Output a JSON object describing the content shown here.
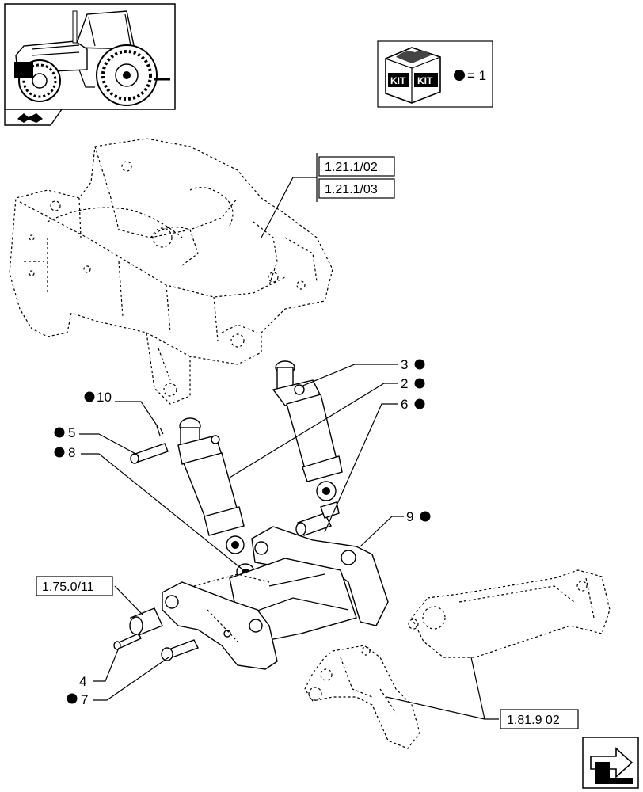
{
  "kit_legend": {
    "kit_text_1": "KIT",
    "kit_text_2": "KIT",
    "equals": "= 1"
  },
  "references": {
    "ref_1": "1.21.1/02",
    "ref_2": "1.21.1/03",
    "ref_3": "1.75.0/11",
    "ref_4": "1.81.9 02"
  },
  "callouts": [
    {
      "id": "3",
      "label": "3",
      "kit": true
    },
    {
      "id": "2",
      "label": "2",
      "kit": true
    },
    {
      "id": "6",
      "label": "6",
      "kit": true
    },
    {
      "id": "9",
      "label": "9",
      "kit": true
    },
    {
      "id": "10",
      "label": "10",
      "kit": true
    },
    {
      "id": "5",
      "label": "5",
      "kit": true
    },
    {
      "id": "8",
      "label": "8",
      "kit": true
    },
    {
      "id": "4",
      "label": "4",
      "kit": false
    },
    {
      "id": "7",
      "label": "7",
      "kit": true
    }
  ],
  "icons": {
    "thumbnail": "tractor-thumbnail-icon",
    "kit": "kit-box-icon",
    "nav": "next-page-arrow-icon"
  }
}
